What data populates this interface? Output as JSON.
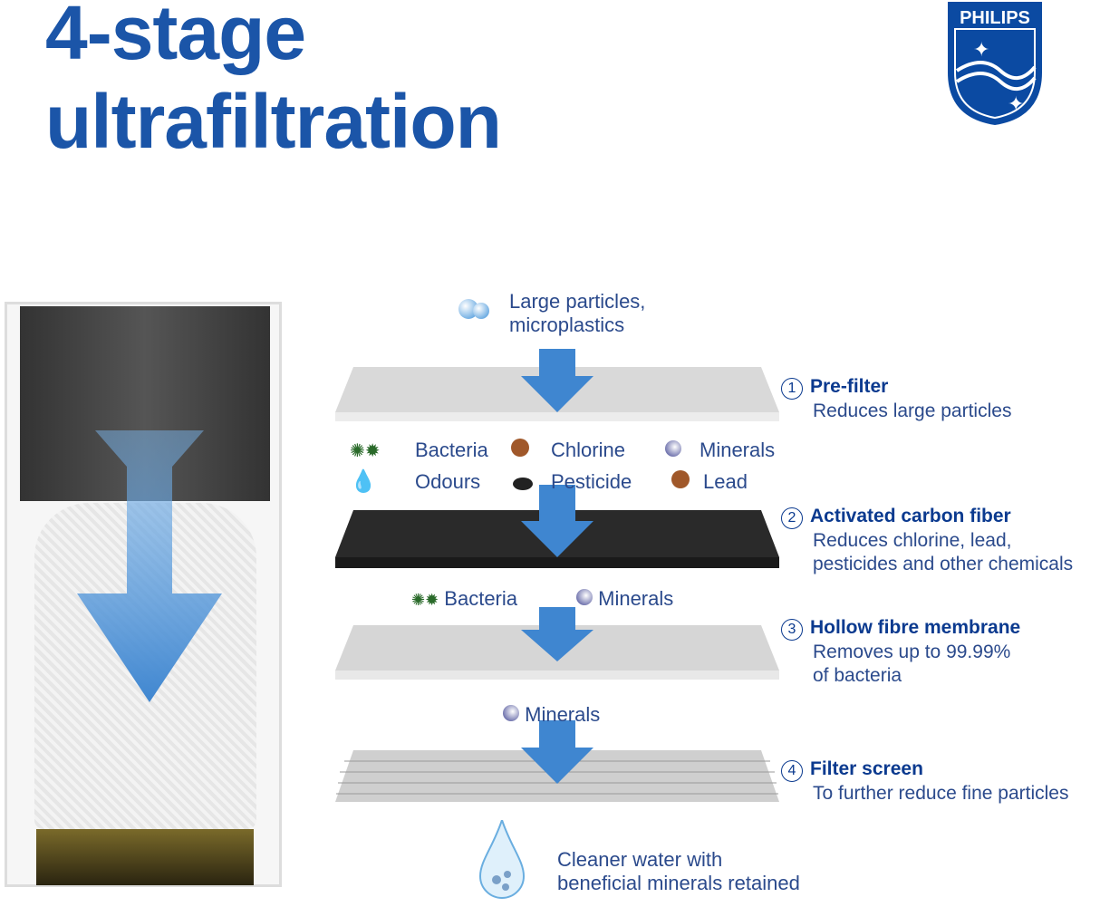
{
  "title": {
    "line1": "4-stage",
    "line2": "ultrafiltration"
  },
  "logo": {
    "text": "PHILIPS"
  },
  "inputs": {
    "top": [
      "Large particles,",
      "microplastics"
    ]
  },
  "contaminants_row1": [
    {
      "label": "Bacteria",
      "icon": "bacteria-icon"
    },
    {
      "label": "Chlorine",
      "icon": "chlorine-icon"
    },
    {
      "label": "Minerals",
      "icon": "minerals-icon"
    }
  ],
  "contaminants_row2": [
    {
      "label": "Odours",
      "icon": "water-drops-icon"
    },
    {
      "label": "Pesticide",
      "icon": "pesticide-icon"
    },
    {
      "label": "Lead",
      "icon": "lead-icon"
    }
  ],
  "after_carbon": [
    {
      "label": "Bacteria"
    },
    {
      "label": "Minerals"
    }
  ],
  "after_membrane": [
    {
      "label": "Minerals"
    }
  ],
  "output": [
    "Cleaner water with",
    "beneficial minerals retained"
  ],
  "stages": [
    {
      "num": "1",
      "title": "Pre-filter",
      "desc": [
        "Reduces large particles"
      ]
    },
    {
      "num": "2",
      "title": "Activated carbon fiber",
      "desc": [
        "Reduces chlorine, lead,",
        "pesticides and other chemicals"
      ]
    },
    {
      "num": "3",
      "title": "Hollow fibre membrane",
      "desc": [
        "Removes up to 99.99%",
        "of bacteria"
      ]
    },
    {
      "num": "4",
      "title": "Filter screen",
      "desc": [
        "To further reduce fine particles"
      ]
    }
  ],
  "colors": {
    "brand_blue": "#1b55a8",
    "text": "#2b4a8c",
    "arrow": "#3f86d0"
  }
}
